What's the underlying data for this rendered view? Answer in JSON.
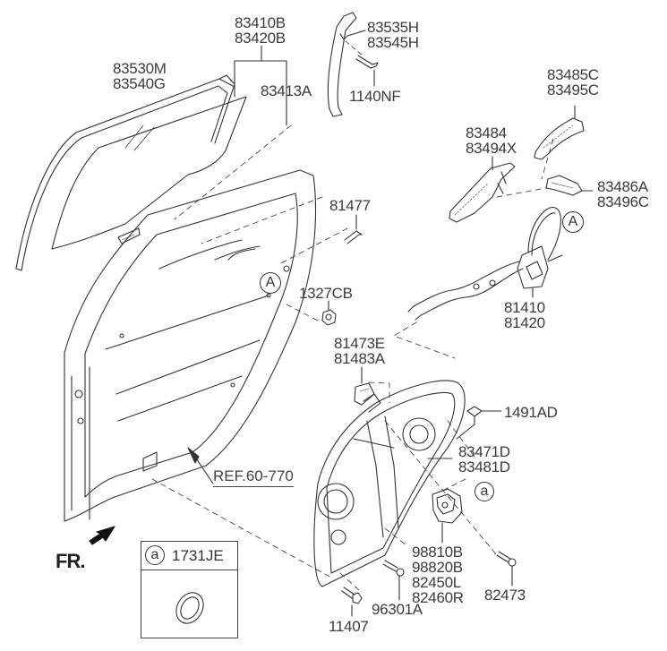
{
  "diagram": {
    "title": "Rear Door Window Regulator & Latch - Exploded Parts View",
    "labels": [
      {
        "id": "glass-run",
        "codes": [
          "83530M",
          "83540G"
        ]
      },
      {
        "id": "door-glass",
        "codes": [
          "83410B",
          "83420B"
        ]
      },
      {
        "id": "glass-stopper",
        "codes": [
          "83413A"
        ]
      },
      {
        "id": "delta-channel",
        "codes": [
          "83535H",
          "83545H"
        ]
      },
      {
        "id": "channel-bolt",
        "codes": [
          "1140NF"
        ]
      },
      {
        "id": "handle-cover",
        "codes": [
          "83485C",
          "83495C"
        ]
      },
      {
        "id": "handle-bracket",
        "codes": [
          "83484",
          "83494X"
        ]
      },
      {
        "id": "inside-handle",
        "codes": [
          "83486A",
          "83496C"
        ]
      },
      {
        "id": "striker-bolt",
        "codes": [
          "81477"
        ]
      },
      {
        "id": "latch-nut",
        "codes": [
          "1327CB"
        ]
      },
      {
        "id": "door-latch",
        "codes": [
          "81410",
          "81420"
        ]
      },
      {
        "id": "lock-switch",
        "codes": [
          "81473E",
          "81483A"
        ]
      },
      {
        "id": "panel-clip",
        "codes": [
          "1491AD"
        ]
      },
      {
        "id": "regulator-module",
        "codes": [
          "83471D",
          "83481D"
        ]
      },
      {
        "id": "regulator-motor",
        "codes": [
          "98810B",
          "98820B",
          "82450L",
          "82460R"
        ]
      },
      {
        "id": "motor-screw",
        "codes": [
          "82473"
        ]
      },
      {
        "id": "panel-screw",
        "codes": [
          "96301A"
        ]
      },
      {
        "id": "panel-bolt",
        "codes": [
          "11407"
        ]
      }
    ],
    "callouts": {
      "A_upper": "A",
      "A_lower": "A",
      "a_motor": "a"
    },
    "reference": "REF.60-770",
    "front_indicator": "FR.",
    "legend": {
      "callout": "a",
      "code": "1731JE",
      "item": "grommet-ring"
    }
  }
}
